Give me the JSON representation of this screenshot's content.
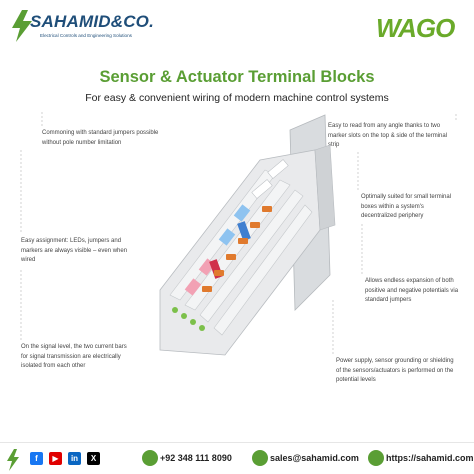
{
  "header": {
    "brand_name": "SAHAMID&CO.",
    "brand_tagline": "Electrical Controls and Engineering Solutions",
    "partner_logo": "WAGO",
    "brand_color": "#1f4e79",
    "accent_color": "#5a9e34"
  },
  "title": "Sensor & Actuator Terminal Blocks",
  "subtitle": "For easy & convenient wiring of modern machine control systems",
  "features_left": [
    "Commoning with standard jumpers possible without pole number limitation",
    "Easy assignment: LEDs, jumpers and markers are always visible – even when wired",
    "On the signal level, the two current bars for signal transmission are electrically isolated from each other"
  ],
  "features_right": [
    "Easy to read from any angle thanks to two marker slots on the top & side of the terminal strip",
    "Optimally suited for small terminal boxes within a system's decentralized periphery",
    "Allows endless expansion of both positive and negative potentials via standard jumpers",
    "Power supply, sensor grounding or shielding of the sensors/actuators is performed on the potential levels"
  ],
  "footer": {
    "social_icons": [
      "facebook-icon",
      "youtube-icon",
      "linkedin-icon",
      "x-icon"
    ],
    "phone": "+92 348 111 8090",
    "email": "sales@sahamid.com",
    "website": "https://sahamid.com"
  }
}
